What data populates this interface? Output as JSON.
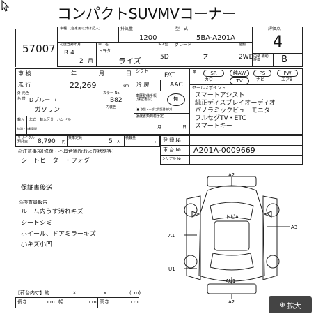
{
  "title": "コンパクトSUVMVコーナー",
  "lot_number": "57007",
  "header": {
    "type_label": "車種",
    "type_note": "(自家用以外は記入)",
    "displacement_label": "排気量",
    "displacement": "1200",
    "model_label": "型　式",
    "model": "5BA-A201A",
    "grade_label_score": "評価点",
    "score": "4",
    "first_reg_label": "初度登録年月",
    "first_reg_year": "R 4",
    "first_reg_month": "2",
    "first_reg_month_unit": "月",
    "car_name_label": "車　名",
    "maker": "トヨタ",
    "car_name": "ライズ",
    "doors_label": "DR·F型",
    "doors": "5D",
    "grade_label": "グレード",
    "grade": "Z",
    "drive_label": "駆動",
    "drive": "2WD",
    "interior_label": "内装 補助評価",
    "interior": "B"
  },
  "inspection": {
    "label": "車 検",
    "year_label": "年",
    "month_label": "月",
    "day_label": "日",
    "shift_label": "シフト",
    "shift": "FAT",
    "equip_labels": [
      "SR",
      "純AW",
      "PS",
      "PW",
      "革",
      "カワ",
      "TV",
      "ナビ",
      "エアB"
    ],
    "mileage_label": "走 行",
    "mileage": "22,269",
    "mileage_unit": "km",
    "aircon_label": "冷 房",
    "aircon": "AAC",
    "color_outer_label": "外 元色",
    "color_label": "色 替",
    "color_code_label": "カラー No.",
    "color": "Dブルー →",
    "color_code": "B82",
    "interior_color_label": "内装色",
    "fuel": "ガソリン",
    "record_label": "車歴整備手帳 (保証書付)",
    "record": "有",
    "record_note": "(■ 取説・一部に保証書あり)",
    "import_label": "輸入",
    "handle_label": "年式　輸入区分　ハンドル",
    "reg_expiry_label": "抹消・自動車税",
    "recycle_label": "リサイクル 預託金",
    "recycle": "8,790",
    "recycle_unit": "円",
    "capacity_label": "乗車定員",
    "capacity": "5",
    "capacity_unit": "人",
    "load_label": "積載量",
    "load_unit": "t",
    "regno_label": "登 録 №",
    "chassis_label": "車 台 №",
    "chassis": "A201A-0009669",
    "serial_label": "シリアル №",
    "registration_deadline_label": "譲渡書類到着予定",
    "deadline_month": "月",
    "deadline_day": "日"
  },
  "sales_points": {
    "label": "セールスポイント",
    "items": [
      "スマートアシスト",
      "純正ディスプレイオーディオ",
      "パノラミックビューモニター",
      "フルセグTV・ETC",
      "スマートキー"
    ]
  },
  "notes": {
    "label": "◎注意事項(修復・不具合箇所および状態等)",
    "line1": "シートヒーター・フォグ",
    "warranty": "保証書後送",
    "inspector_label": "◎検査員報告",
    "reports": [
      "ルーム内うす汚れキズ",
      "シートシミ",
      "ホイール、ドアミラーキズ",
      "小キズ小凹"
    ]
  },
  "diagram": {
    "marks": [
      "A2",
      "A3",
      "A1",
      "U1",
      "AU1",
      "A2",
      "トビA"
    ]
  },
  "bottom": {
    "cargo_label": "【荷台内寸】約",
    "x1": "×",
    "x2": "×",
    "cm": "(cm)",
    "length_label": "長さ",
    "width_label": "幅",
    "height_label": "高さ",
    "cm_unit": "cm"
  },
  "zoom_button": "拡大"
}
